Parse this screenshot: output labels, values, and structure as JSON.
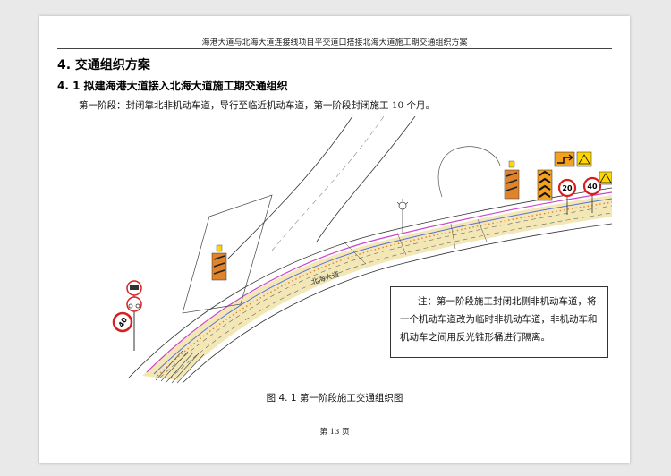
{
  "header": {
    "running_title": "海港大道与北海大道连接线项目平交道口搭接北海大道施工期交通组织方案"
  },
  "section": {
    "heading": "4. 交通组织方案",
    "subheading": "4. 1 拟建海港大道接入北海大道施工期交通组织",
    "paragraph": "第一阶段：封闭靠北非机动车道，导行至临近机动车道，第一阶段封闭施工 10 个月。"
  },
  "figure": {
    "road_label": "北海大道",
    "signs": {
      "speed_left": "40",
      "speed_mid": "20",
      "speed_right": "40"
    },
    "note_prefix": "注：",
    "note_text": "第一阶段施工封闭北侧非机动车道，将一个机动车道改为临时非机动车道，非机动车和机动车之间用反光锥形桶进行隔离。",
    "caption": "图 4. 1  第一阶段施工交通组织图"
  },
  "footer": {
    "page_number": "第 13 页"
  },
  "colors": {
    "bg": "#e9e9e9",
    "road_yellow": "#f3e7b6",
    "lane_magenta": "#cc44cc",
    "lane_blue": "#5a6fd8",
    "sign_red": "#d81e1e",
    "barrier_orange": "#e0832a"
  }
}
